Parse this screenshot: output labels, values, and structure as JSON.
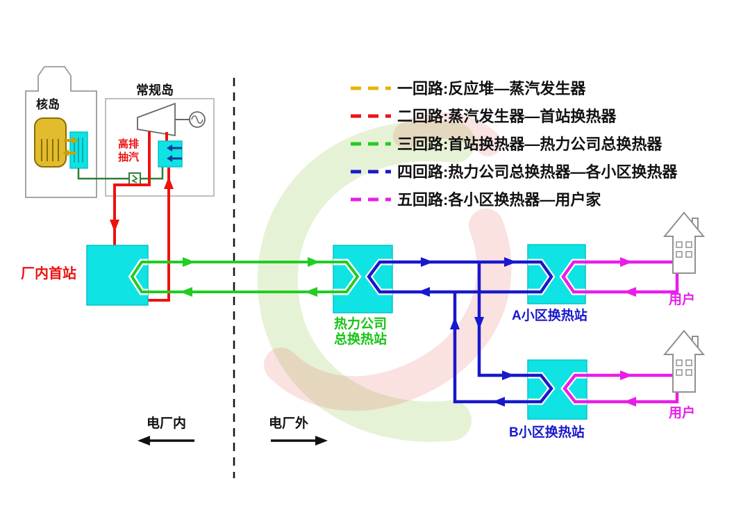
{
  "legend": {
    "items": [
      {
        "label": "一回路:反应堆—蒸汽发生器",
        "color": "#e6b400"
      },
      {
        "label": "二回路:蒸汽发生器—首站换热器",
        "color": "#ee1111"
      },
      {
        "label": "三回路:首站换热器—热力公司总换热器",
        "color": "#22cc22"
      },
      {
        "label": "四回路:热力公司总换热器—各小区换热器",
        "color": "#1818cc"
      },
      {
        "label": "五回路:各小区换热器—用户家",
        "color": "#e81ee8"
      }
    ]
  },
  "plant": {
    "nuclear_island": "核岛",
    "conventional_island": "常规岛",
    "extraction_line1": "高排",
    "extraction_line2": "抽汽",
    "first_station": "厂内首站"
  },
  "network": {
    "main_station_line1": "热力公司",
    "main_station_line2": "总换热站",
    "station_a": "A小区换热站",
    "station_b": "B小区换热站",
    "user_a": "用户",
    "user_b": "用户"
  },
  "zones": {
    "inside_plant": "电厂内",
    "outside_plant": "电厂外"
  },
  "colors": {
    "loop1_yellow": "#e6b400",
    "loop2_red": "#ee1111",
    "loop3_green": "#22cc22",
    "loop4_blue": "#1818cc",
    "loop5_magenta": "#e81ee8",
    "station_box_cyan": "#0fe3e3"
  }
}
